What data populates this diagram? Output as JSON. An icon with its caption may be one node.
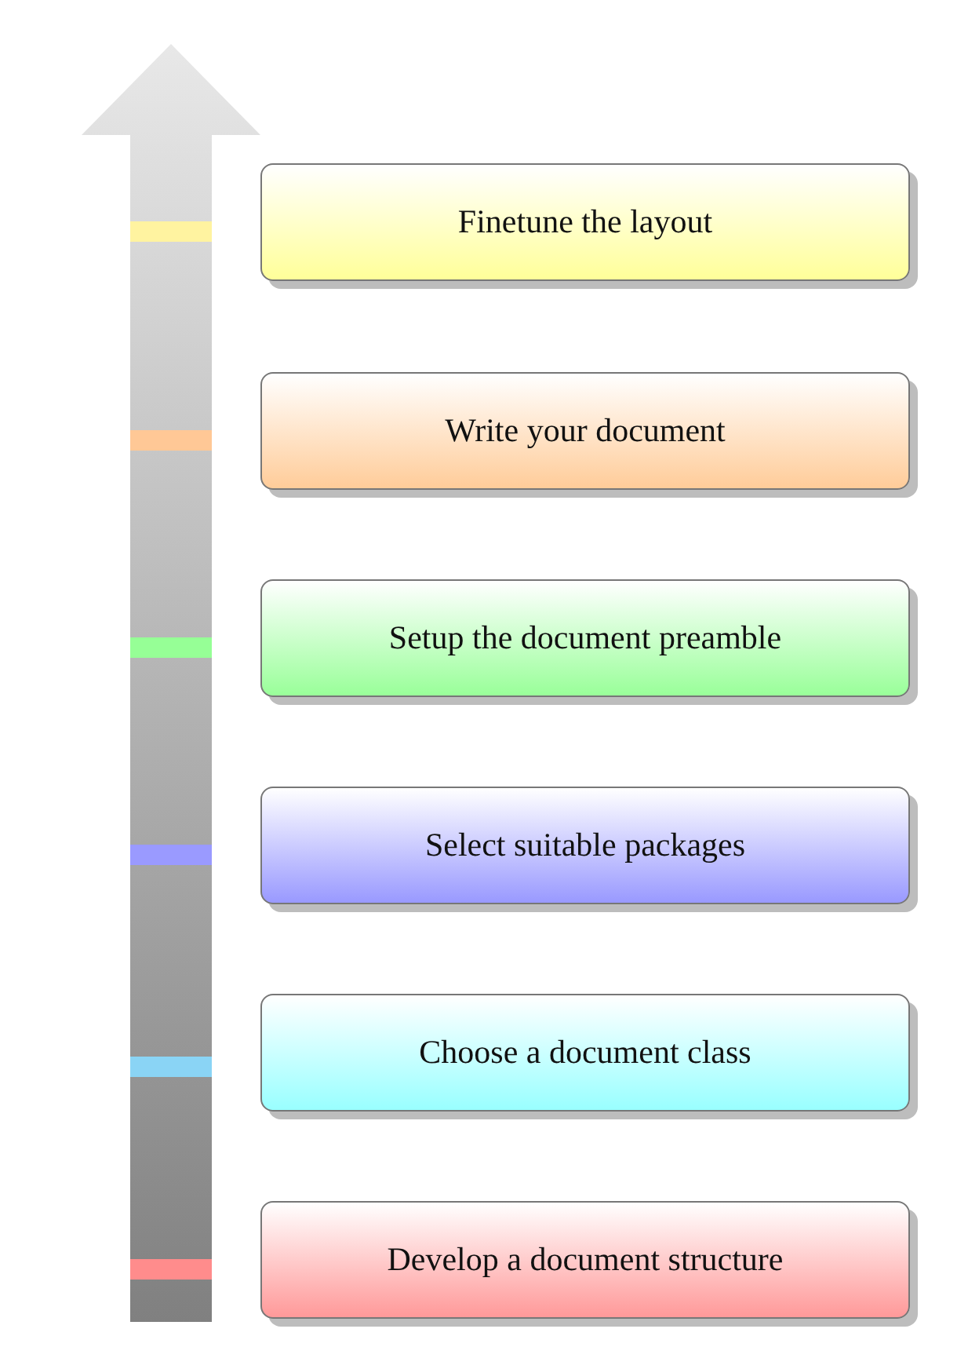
{
  "diagram": {
    "nodes": [
      {
        "text": [
          "Finetune the layout"
        ]
      },
      {
        "text": [
          "Write your document"
        ]
      },
      {
        "text": [
          "Setup the document preamble"
        ]
      },
      {
        "text": [
          "Select suitable packages"
        ]
      },
      {
        "text": [
          "Choose a document class"
        ]
      },
      {
        "text": [
          "Develop a document structure"
        ]
      }
    ]
  }
}
